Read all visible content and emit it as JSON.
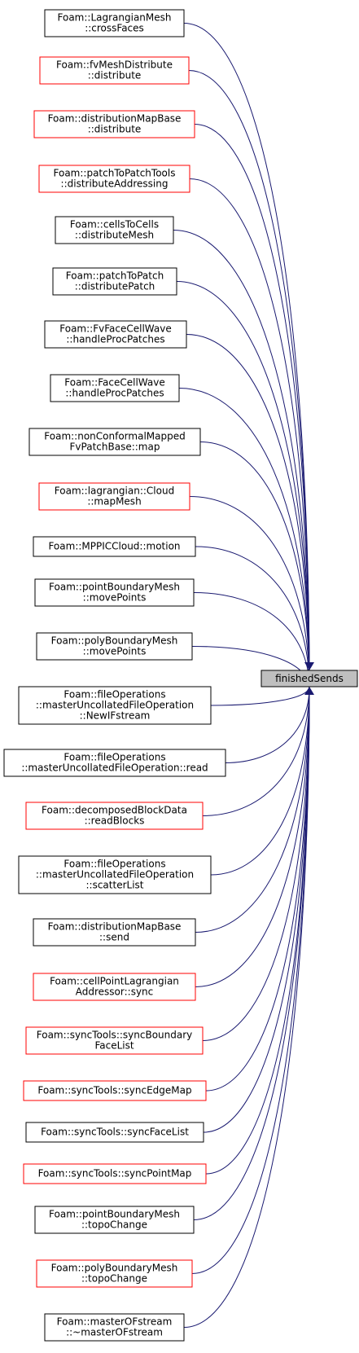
{
  "target": {
    "label": "finishedSends"
  },
  "callers": [
    {
      "lines": [
        "Foam::LagrangianMesh",
        "::crossFaces"
      ],
      "border": "black"
    },
    {
      "lines": [
        "Foam::fvMeshDistribute",
        "::distribute"
      ],
      "border": "red"
    },
    {
      "lines": [
        "Foam::distributionMapBase",
        "::distribute"
      ],
      "border": "red"
    },
    {
      "lines": [
        "Foam::patchToPatchTools",
        "::distributeAddressing"
      ],
      "border": "red"
    },
    {
      "lines": [
        "Foam::cellsToCells",
        "::distributeMesh"
      ],
      "border": "black"
    },
    {
      "lines": [
        "Foam::patchToPatch",
        "::distributePatch"
      ],
      "border": "black"
    },
    {
      "lines": [
        "Foam::FvFaceCellWave",
        "::handleProcPatches"
      ],
      "border": "black"
    },
    {
      "lines": [
        "Foam::FaceCellWave",
        "::handleProcPatches"
      ],
      "border": "black"
    },
    {
      "lines": [
        "Foam::nonConformalMapped",
        "FvPatchBase::map"
      ],
      "border": "black"
    },
    {
      "lines": [
        "Foam::lagrangian::Cloud",
        "::mapMesh"
      ],
      "border": "red"
    },
    {
      "lines": [
        "Foam::MPPICCloud::motion"
      ],
      "border": "black"
    },
    {
      "lines": [
        "Foam::pointBoundaryMesh",
        "::movePoints"
      ],
      "border": "black"
    },
    {
      "lines": [
        "Foam::polyBoundaryMesh",
        "::movePoints"
      ],
      "border": "black"
    },
    {
      "lines": [
        "Foam::fileOperations",
        "::masterUncollatedFileOperation",
        "::NewIFstream"
      ],
      "border": "black"
    },
    {
      "lines": [
        "Foam::fileOperations",
        "::masterUncollatedFileOperation::read"
      ],
      "border": "black"
    },
    {
      "lines": [
        "Foam::decomposedBlockData",
        "::readBlocks"
      ],
      "border": "red"
    },
    {
      "lines": [
        "Foam::fileOperations",
        "::masterUncollatedFileOperation",
        "::scatterList"
      ],
      "border": "black"
    },
    {
      "lines": [
        "Foam::distributionMapBase",
        "::send"
      ],
      "border": "black"
    },
    {
      "lines": [
        "Foam::cellPointLagrangian",
        "Addressor::sync"
      ],
      "border": "red"
    },
    {
      "lines": [
        "Foam::syncTools::syncBoundary",
        "FaceList"
      ],
      "border": "red"
    },
    {
      "lines": [
        "Foam::syncTools::syncEdgeMap"
      ],
      "border": "red"
    },
    {
      "lines": [
        "Foam::syncTools::syncFaceList"
      ],
      "border": "black"
    },
    {
      "lines": [
        "Foam::syncTools::syncPointMap"
      ],
      "border": "red"
    },
    {
      "lines": [
        "Foam::pointBoundaryMesh",
        "::topoChange"
      ],
      "border": "black"
    },
    {
      "lines": [
        "Foam::polyBoundaryMesh",
        "::topoChange"
      ],
      "border": "red"
    },
    {
      "lines": [
        "Foam::masterOFstream",
        "::~masterOFstream"
      ],
      "border": "black"
    }
  ],
  "colors": {
    "edge": "#191970",
    "border_black": "#000000",
    "border_red": "#ff0000",
    "target_fill": "#bfbfbf"
  }
}
